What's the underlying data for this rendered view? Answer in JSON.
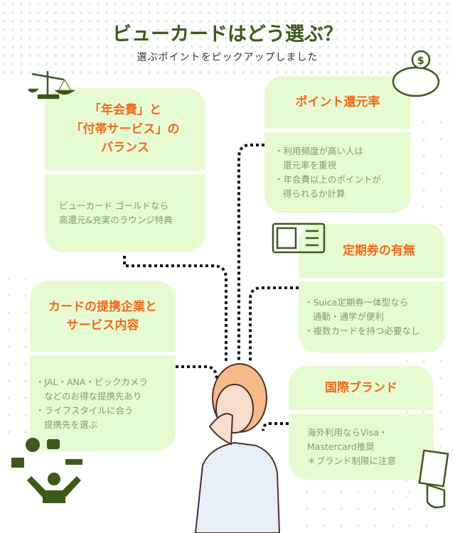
{
  "header": {
    "title": "ビューカードはどう選ぶ？",
    "subtitle": "選ぶポイントをピックアップしました"
  },
  "cards": [
    {
      "title_lines": [
        "「年会費」と",
        "「付帯サービス」の",
        "バランス"
      ],
      "body_lines": [
        "ビューカード ゴールドなら",
        "高還元&充実のラウンジ特典"
      ]
    },
    {
      "title_lines": [
        "ポイント還元率"
      ],
      "body_lines": [
        "・利用頻度が高い人は",
        "還元率を重視",
        "・年会費以上のポイントが",
        "得られるか計算"
      ]
    },
    {
      "title_lines": [
        "定期券の有無"
      ],
      "body_lines": [
        "・Suica定期券一体型なら",
        "通勤・通学が便利",
        "・複数カードを持つ必要なし"
      ]
    },
    {
      "title_lines": [
        "カードの提携企業と",
        "サービス内容"
      ],
      "body_lines": [
        "・JAL・ANA・ビックカメラ",
        "などのお得な提携先あり",
        "・ライフスタイルに合う",
        "提携先を選ぶ"
      ]
    },
    {
      "title_lines": [
        "国際ブランド"
      ],
      "body_lines": [
        "海外利用ならVisa・",
        "Mastercard推奨",
        "＊ブランド制限に注意"
      ]
    }
  ],
  "colors": {
    "title": "#3b5a1c",
    "accent": "#f26a1b",
    "card": "#e7fbd3",
    "body": "#7e9e5c"
  }
}
